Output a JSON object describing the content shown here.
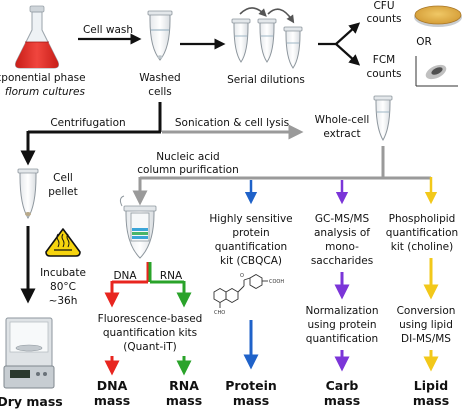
{
  "steps": {
    "culture_line1": "Exponential phase",
    "culture_line2": "M. florum cultures",
    "cell_wash": "Cell wash",
    "washed_line1": "Washed",
    "washed_line2": "cells",
    "serial_dilutions": "Serial dilutions",
    "cfu_line1": "CFU",
    "cfu_line2": "counts",
    "or": "OR",
    "fcm_line1": "FCM",
    "fcm_line2": "counts",
    "centrifugation": "Centrifugation",
    "sonication": "Sonication & cell lysis",
    "extract_line1": "Whole-cell",
    "extract_line2": "extract",
    "nucleic_line1": "Nucleic acid",
    "nucleic_line2": "column purification",
    "pellet_line1": "Cell",
    "pellet_line2": "pellet",
    "incubate_line1": "Incubate",
    "incubate_line2": "80°C",
    "incubate_line3": "~36h",
    "dna": "DNA",
    "rna": "RNA",
    "fluor_line1": "Fluorescence-based",
    "fluor_line2": "quantification kits",
    "fluor_line3": "(Quant-iT)",
    "protein_kit_line1": "Highly sensitive",
    "protein_kit_line2": "protein",
    "protein_kit_line3": "quantification",
    "protein_kit_line4": "kit (CBQCA)",
    "gcms_line1": "GC-MS/MS",
    "gcms_line2": "analysis of",
    "gcms_line3": "mono-",
    "gcms_line4": "saccharides",
    "norm_line1": "Normalization",
    "norm_line2": "using protein",
    "norm_line3": "quantification",
    "phospho_line1": "Phospholipid",
    "phospho_line2": "quantification",
    "phospho_line3": "kit (choline)",
    "conv_line1": "Conversion",
    "conv_line2": "using lipid",
    "conv_line3": "DI-MS/MS"
  },
  "outputs": {
    "dry_mass": "Dry mass",
    "dna_line1": "DNA",
    "dna_line2": "mass",
    "rna_line1": "RNA",
    "rna_line2": "mass",
    "protein_line1": "Protein",
    "protein_line2": "mass",
    "carb_line1": "Carb",
    "carb_line2": "mass",
    "lipid_line1": "Lipid",
    "lipid_line2": "mass"
  },
  "colors": {
    "main_arrow": "#111111",
    "grey_arrow": "#9a9a9a",
    "dna": "#e8251f",
    "rna": "#2aa32a",
    "protein": "#1f62c9",
    "carb": "#7b35d8",
    "lipid": "#f2c81a",
    "flask_liquid": "#e8302a",
    "petri": "#e2b24a"
  }
}
